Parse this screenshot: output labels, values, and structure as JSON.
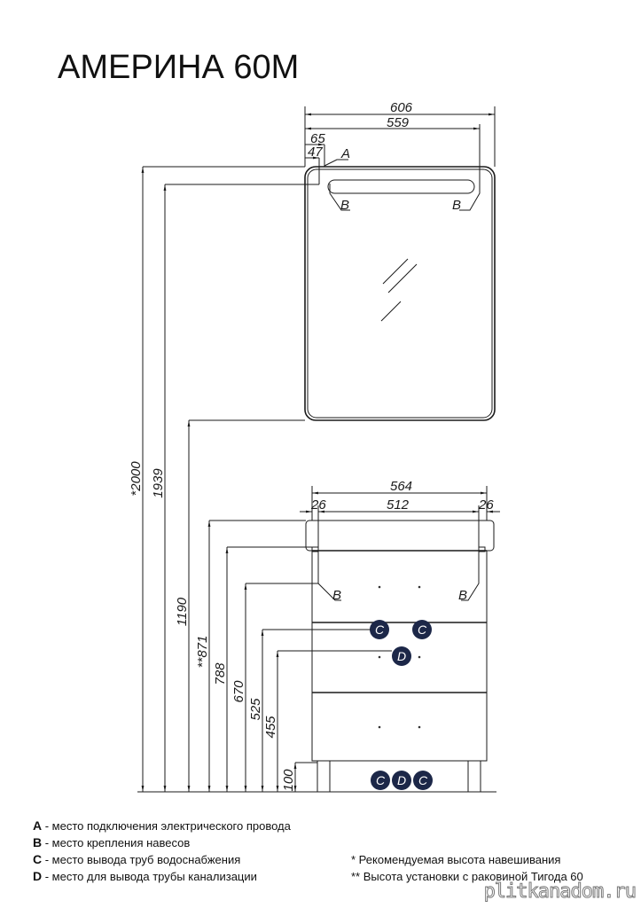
{
  "title": "АМЕРИНА 60М",
  "mirror": {
    "width_total": "606",
    "width_inner": "559",
    "offset_65": "65",
    "offset_47": "47",
    "label_a": "A",
    "label_b": "B"
  },
  "cabinet": {
    "width_total": "564",
    "width_inner": "512",
    "side_left": "26",
    "side_right": "26",
    "label_b": "B",
    "label_c": "C",
    "label_d": "D"
  },
  "heights": [
    "*2000",
    "1939",
    "1190",
    "**871",
    "788",
    "670",
    "525",
    "455",
    "100"
  ],
  "legend": {
    "items": [
      {
        "key": "A",
        "text": " - место подключения электрического провода"
      },
      {
        "key": "B",
        "text": " - место крепления навесов"
      },
      {
        "key": "C",
        "text": " - место вывода труб водоснабжения"
      },
      {
        "key": "D",
        "text": " - место для вывода трубы канализации"
      }
    ],
    "notes": [
      "* Рекомендуемая высота навешивания",
      "** Высота установки с раковиной Тигода 60"
    ]
  },
  "watermark": "plitkanadom.ru"
}
